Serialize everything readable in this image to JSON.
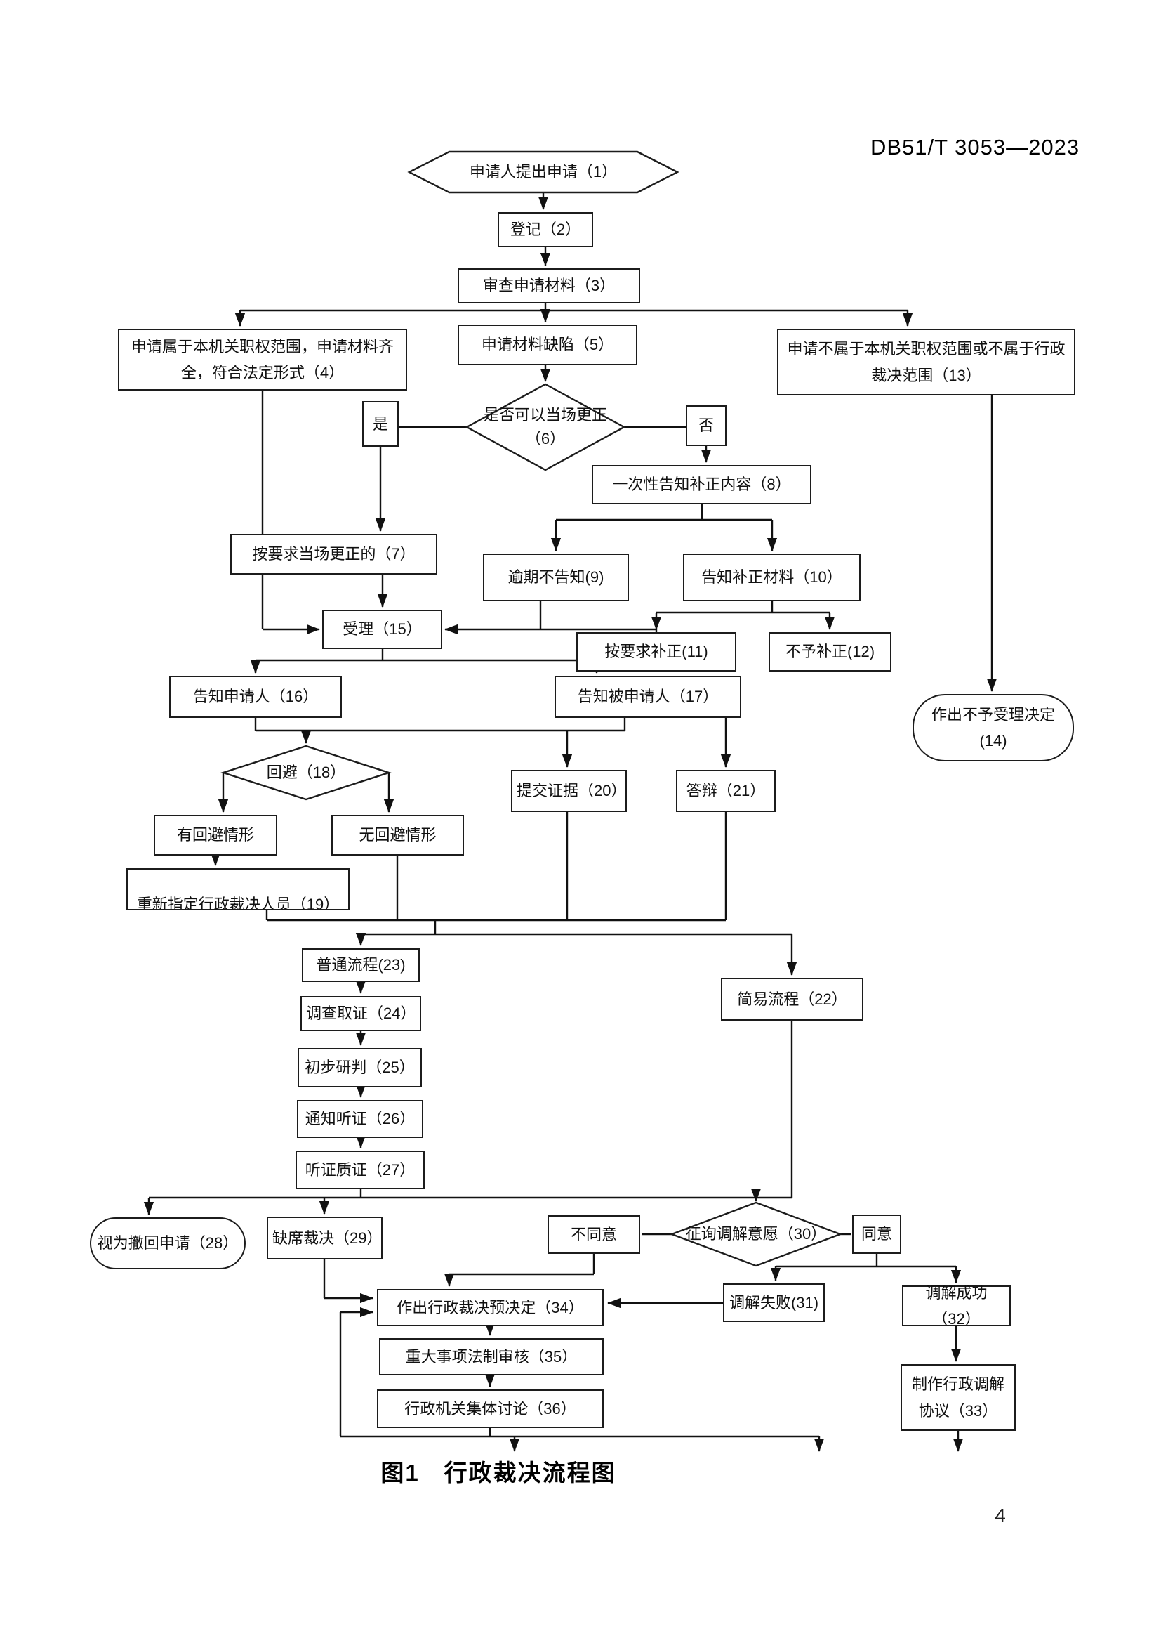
{
  "page": {
    "header": "DB51/T 3053—2023",
    "caption": "图1　行政裁决流程图",
    "page_number": "4"
  },
  "nodes": {
    "n01": "申请人提出申请（1）",
    "n02": "登记（2）",
    "n03": "审查申请材料（3）",
    "n04": "申请属于本机关职权范围，申请材料齐全，符合法定形式（4）",
    "n05": "申请材料缺陷（5）",
    "n06": "是否可以当场更正（6）",
    "n07": "按要求当场更正的（7）",
    "n08": "一次性告知补正内容（8）",
    "n09": "逾期不告知(9)",
    "n10": "告知补正材料（10）",
    "n11": "按要求补正(11)",
    "n12": "不予补正(12)",
    "n13": "申请不属于本机关职权范围或不属于行政裁决范围（13）",
    "n14": "作出不予受理决定(14)",
    "n15": "受理（15）",
    "n16": "告知申请人（16）",
    "n17": "告知被申请人（17）",
    "n18": "回避（18）",
    "n19": "重新指定行政裁决人员（19）",
    "n20": "提交证据（20）",
    "n21": "答辩（21）",
    "n22": "简易流程（22）",
    "n23": "普通流程(23)",
    "n24": "调查取证（24）",
    "n25": "初步研判（25）",
    "n26": "通知听证（26）",
    "n27": "听证质证（27）",
    "n28": "视为撤回申请（28）",
    "n29": "缺席裁决（29）",
    "n30": "征询调解意愿（30）",
    "n31": "调解失败(31)",
    "n32": "调解成功（32）",
    "n33": "制作行政调解协议（33）",
    "n34": "作出行政裁决预决定（34）",
    "n35": "重大事项法制审核（35）",
    "n36": "行政机关集体讨论（36）",
    "yes": "是",
    "no": "否",
    "has_recusal": "有回避情形",
    "no_recusal": "无回避情形",
    "disagree": "不同意",
    "agree": "同意"
  }
}
